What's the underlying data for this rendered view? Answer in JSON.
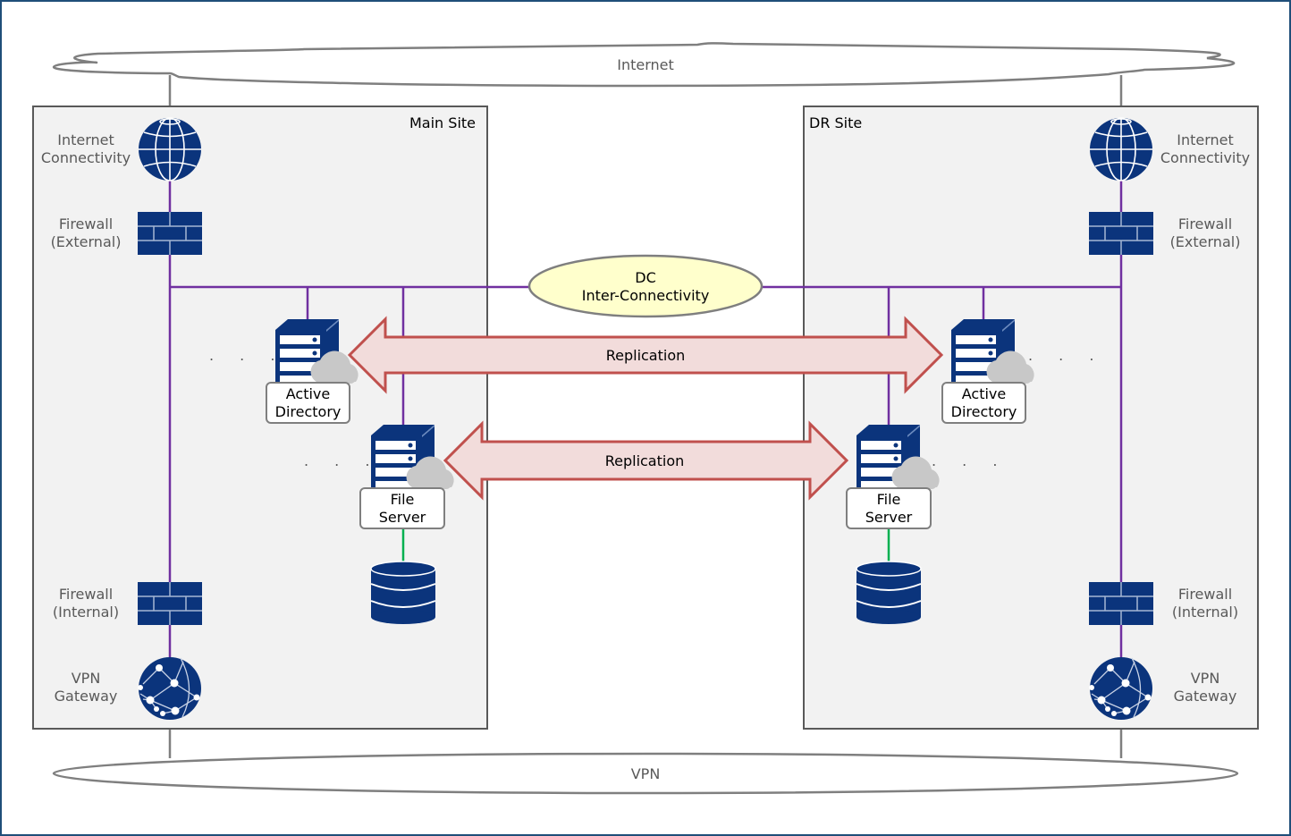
{
  "clouds": {
    "internet": "Internet",
    "vpn": "VPN"
  },
  "sites": {
    "main": {
      "title": "Main Site",
      "internet_connectivity": [
        "Internet",
        "Connectivity"
      ],
      "firewall_external": [
        "Firewall",
        "(External)"
      ],
      "firewall_internal": [
        "Firewall",
        "(Internal)"
      ],
      "vpn_gateway": [
        "VPN",
        "Gateway"
      ],
      "active_directory": [
        "Active",
        "Directory"
      ],
      "file_server": [
        "File",
        "Server"
      ],
      "ellipsis": ". . ."
    },
    "dr": {
      "title": "DR Site",
      "internet_connectivity": [
        "Internet",
        "Connectivity"
      ],
      "firewall_external": [
        "Firewall",
        "(External)"
      ],
      "firewall_internal": [
        "Firewall",
        "(Internal)"
      ],
      "vpn_gateway": [
        "VPN",
        "Gateway"
      ],
      "active_directory": [
        "Active",
        "Directory"
      ],
      "file_server": [
        "File",
        "Server"
      ],
      "ellipsis": ". . ."
    }
  },
  "interconnect": [
    "DC",
    "Inter-Connectivity"
  ],
  "replication": {
    "ad_label": "Replication",
    "fs_label": "Replication"
  },
  "colors": {
    "frame": "#1f4e79",
    "icon_navy": "#0b347c",
    "network_line": "#7030a0",
    "storage_line": "#00b050",
    "uplink_line": "#7f7f7f",
    "site_fill": "#f2f2f2",
    "arrow_fill": "#f2dcdb",
    "arrow_stroke": "#c0504d",
    "interconnect_fill": "#ffffcc"
  }
}
